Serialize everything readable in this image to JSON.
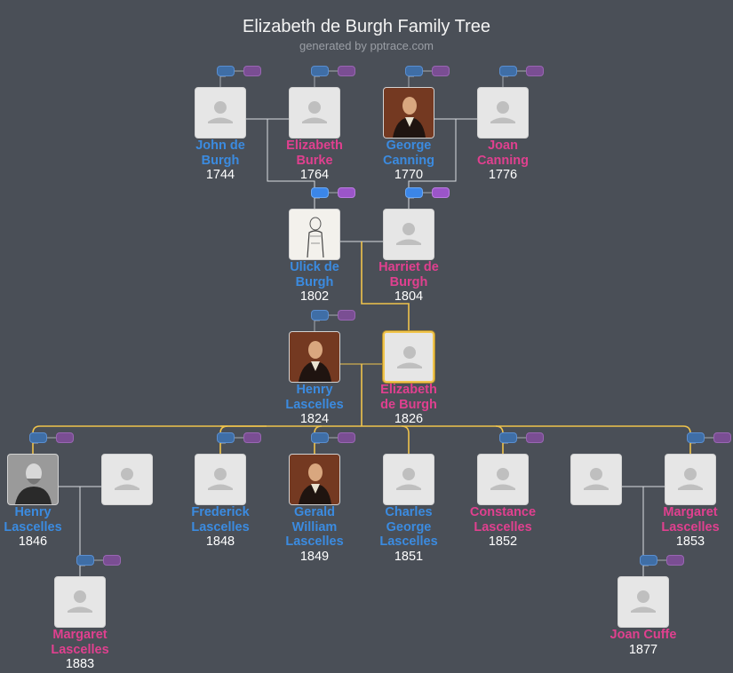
{
  "header": {
    "title": "Elizabeth de Burgh Family Tree",
    "subtitle": "generated by pptrace.com"
  },
  "people": [
    {
      "id": "john",
      "name_lines": [
        "John de",
        "Burgh"
      ],
      "year": "1744",
      "gender": "male",
      "photo": "silhouette-icon"
    },
    {
      "id": "elizabeth_burke",
      "name_lines": [
        "Elizabeth",
        "Burke"
      ],
      "year": "1764",
      "gender": "female",
      "photo": "silhouette-icon"
    },
    {
      "id": "george",
      "name_lines": [
        "George",
        "Canning"
      ],
      "year": "1770",
      "gender": "male",
      "photo": "portrait-photo"
    },
    {
      "id": "joan_canning",
      "name_lines": [
        "Joan",
        "Canning"
      ],
      "year": "1776",
      "gender": "female",
      "photo": "silhouette-icon"
    },
    {
      "id": "ulick",
      "name_lines": [
        "Ulick de",
        "Burgh"
      ],
      "year": "1802",
      "gender": "male",
      "photo": "sketch-portrait"
    },
    {
      "id": "harriet",
      "name_lines": [
        "Harriet de",
        "Burgh"
      ],
      "year": "1804",
      "gender": "female",
      "photo": "silhouette-icon"
    },
    {
      "id": "henry_l",
      "name_lines": [
        "Henry",
        "Lascelles"
      ],
      "year": "1824",
      "gender": "male",
      "photo": "portrait-photo"
    },
    {
      "id": "elizabeth_db",
      "name_lines": [
        "Elizabeth",
        "de Burgh"
      ],
      "year": "1826",
      "gender": "female",
      "photo": "silhouette-icon",
      "focus": true
    },
    {
      "id": "henry_jr",
      "name_lines": [
        "Henry",
        "Lascelles"
      ],
      "year": "1846",
      "gender": "male",
      "photo": "bw-photo"
    },
    {
      "id": "henry_spouse",
      "name_lines": [],
      "year": "",
      "gender": "female",
      "photo": "silhouette-icon"
    },
    {
      "id": "frederick",
      "name_lines": [
        "Frederick",
        "Lascelles"
      ],
      "year": "1848",
      "gender": "male",
      "photo": "silhouette-icon"
    },
    {
      "id": "gerald",
      "name_lines": [
        "Gerald",
        "William",
        "Lascelles"
      ],
      "year": "1849",
      "gender": "male",
      "photo": "portrait-photo"
    },
    {
      "id": "charles",
      "name_lines": [
        "Charles",
        "George",
        "Lascelles"
      ],
      "year": "1851",
      "gender": "male",
      "photo": "silhouette-icon"
    },
    {
      "id": "constance",
      "name_lines": [
        "Constance",
        "Lascelles"
      ],
      "year": "1852",
      "gender": "female",
      "photo": "silhouette-icon"
    },
    {
      "id": "margaret_spouse",
      "name_lines": [],
      "year": "",
      "gender": "male",
      "photo": "silhouette-icon"
    },
    {
      "id": "margaret",
      "name_lines": [
        "Margaret",
        "Lascelles"
      ],
      "year": "1853",
      "gender": "female",
      "photo": "silhouette-icon"
    },
    {
      "id": "margaret_jr",
      "name_lines": [
        "Margaret",
        "Lascelles"
      ],
      "year": "1883",
      "gender": "female",
      "photo": "silhouette-icon"
    },
    {
      "id": "joan_cuffe",
      "name_lines": [
        "Joan Cuffe"
      ],
      "year": "1877",
      "gender": "female",
      "photo": "silhouette-icon"
    }
  ],
  "colors": {
    "background": "#4a4f57",
    "male": "#3b8be0",
    "female": "#e0408f",
    "line": "#d9dce0",
    "focus_line": "#f0c44c"
  }
}
